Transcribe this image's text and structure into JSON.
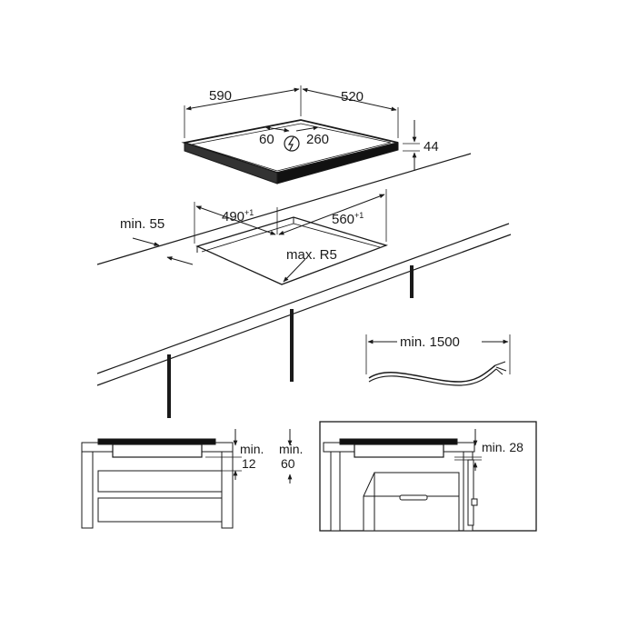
{
  "hob": {
    "width": "590",
    "depth": "520",
    "height": "44",
    "conn_left": "60",
    "conn_right": "260"
  },
  "cutout": {
    "width": "490",
    "width_tol": "+1",
    "depth": "560",
    "depth_tol": "+1",
    "edge_distance": "min. 55",
    "corner_radius": "max. R5"
  },
  "cable": {
    "length": "min. 1500"
  },
  "installation_left": {
    "gap_a_top": "min.",
    "gap_a_bottom": "12",
    "gap_b_top": "min.",
    "gap_b_bottom": "60"
  },
  "installation_right": {
    "gap": "min. 28"
  }
}
